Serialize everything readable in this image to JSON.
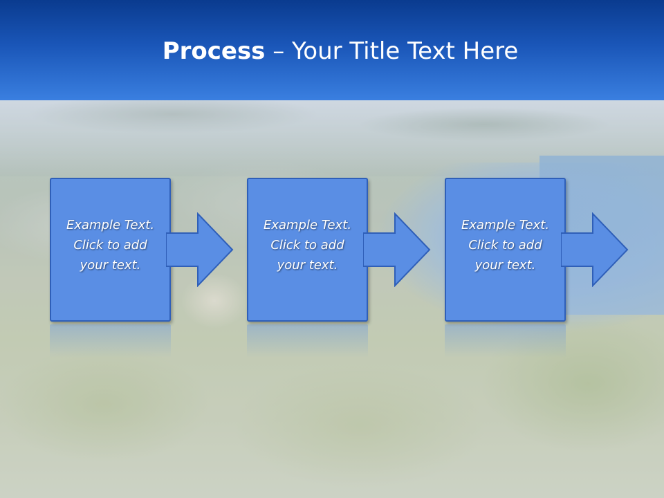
{
  "slide": {
    "title_bold": "Process",
    "title_rest": " – Your Title Text Here"
  },
  "steps": [
    {
      "text": "Example Text.\nClick  to add\nyour text."
    },
    {
      "text": "Example Text.\nClick  to add\nyour text."
    },
    {
      "text": "Example Text.\nClick  to add\nyour text."
    }
  ],
  "colors": {
    "title_band": "#1a56b8",
    "box_fill": "#5a8ee4",
    "box_border": "#2f5fb8",
    "text": "#ffffff"
  }
}
